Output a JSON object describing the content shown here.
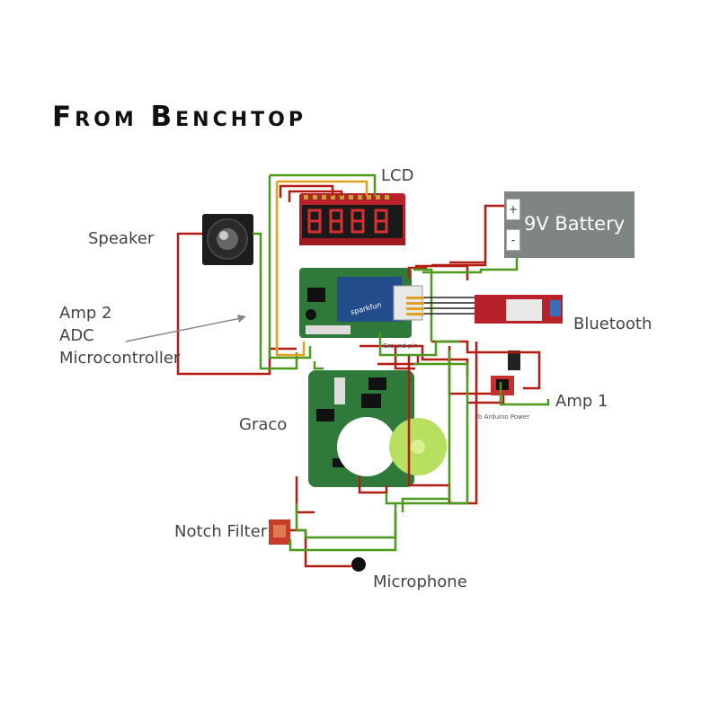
{
  "title": "From Benchtop",
  "labels": {
    "lcd": "LCD",
    "battery": "9V Battery",
    "battery_plus": "+",
    "battery_minus": "-",
    "speaker": "Speaker",
    "amp2": "Amp 2",
    "adc": "ADC",
    "microcontroller": "Microcontroller",
    "bluetooth": "Bluetooth",
    "amp1": "Amp 1",
    "graco": "Graco",
    "notch_filter": "Notch Filter",
    "microphone": "Microphone",
    "ground_pin": "Ground pin",
    "to_arduino_power": "To Arduino Power"
  },
  "colors": {
    "wire_red": "#b41e12",
    "wire_green": "#4b9a1e",
    "wire_yellow": "#e0a020",
    "battery": "#7f8580",
    "pcb_green": "#2f7a3a",
    "pcb_red": "#b8202a"
  }
}
